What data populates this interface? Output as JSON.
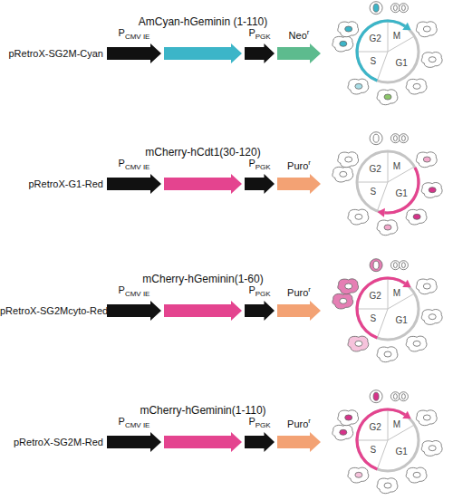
{
  "diagram": {
    "nodes": [
      {
        "text": [
          "P",
          "CMV IE"
        ]
      },
      {
        "text": [
          "AmCyan-hGeminin (1-110)"
        ]
      },
      {
        "text": [
          "P",
          "PGK"
        ]
      },
      {
        "text": [
          "Neo",
          "r"
        ]
      },
      {
        "text": [
          "M",
          "G2",
          "S",
          "G1"
        ]
      },
      {
        "text": [
          "P",
          "CMV IE"
        ]
      },
      {
        "text": [
          "mCherry-hCdt1(30-120)"
        ]
      },
      {
        "text": [
          "P",
          "PGK"
        ]
      },
      {
        "text": [
          "Puro",
          "r"
        ]
      },
      {
        "text": [
          "M",
          "G2",
          "S",
          "G1"
        ]
      },
      {
        "text": [
          "P",
          "CMV IE"
        ]
      },
      {
        "text": [
          "mCherry-hGeminin(1-60)"
        ]
      },
      {
        "text": [
          "P",
          "PGK"
        ]
      },
      {
        "text": [
          "Puro",
          "r"
        ]
      },
      {
        "text": [
          "M",
          "G2",
          "S",
          "G1"
        ]
      },
      {
        "text": [
          "P",
          "CMV IE"
        ]
      },
      {
        "text": [
          "mCherry-hGeminin(1-110)"
        ]
      },
      {
        "text": [
          "P",
          "PGK"
        ]
      },
      {
        "text": [
          "Puro",
          "r"
        ]
      },
      {
        "text": [
          "M",
          "G2",
          "S",
          "G1"
        ]
      }
    ],
    "labels": [
      "pRetroX-SG2M-Cyan",
      "pRetroX-G1-Red",
      "pRetroX-SG2Mcyto-Red",
      "pRetroX-SG2M-Red"
    ]
  }
}
